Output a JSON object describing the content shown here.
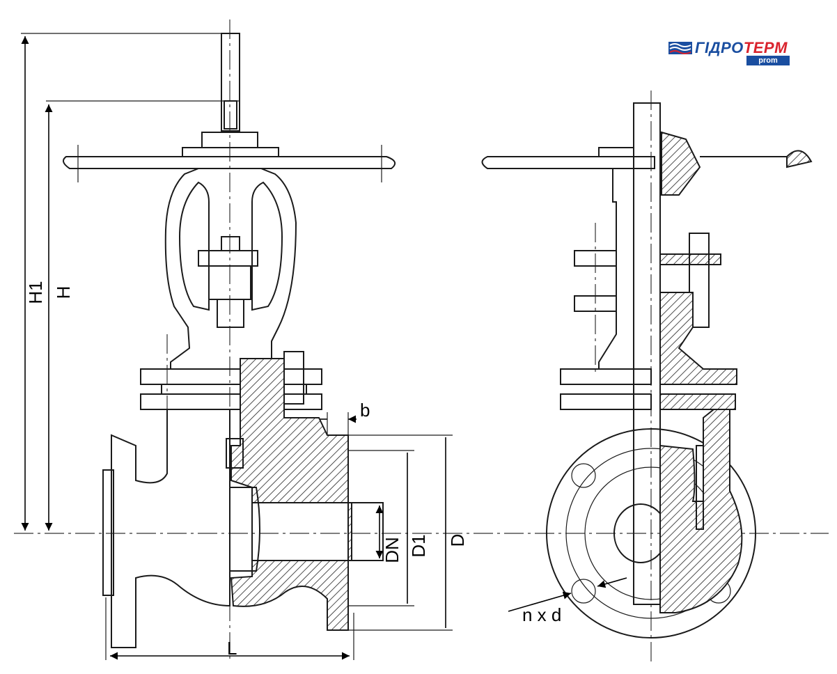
{
  "logo": {
    "name_part1": "ГІДРО",
    "name_part2": "ТЕРМ",
    "sub": "prom",
    "primary_color": "#1a4ea0",
    "accent_color": "#d9232d"
  },
  "labels": {
    "H1": "H1",
    "H": "H",
    "b": "b",
    "DN": "DN",
    "D1": "D1",
    "D": "D",
    "L": "L",
    "nxd": "n x d"
  }
}
